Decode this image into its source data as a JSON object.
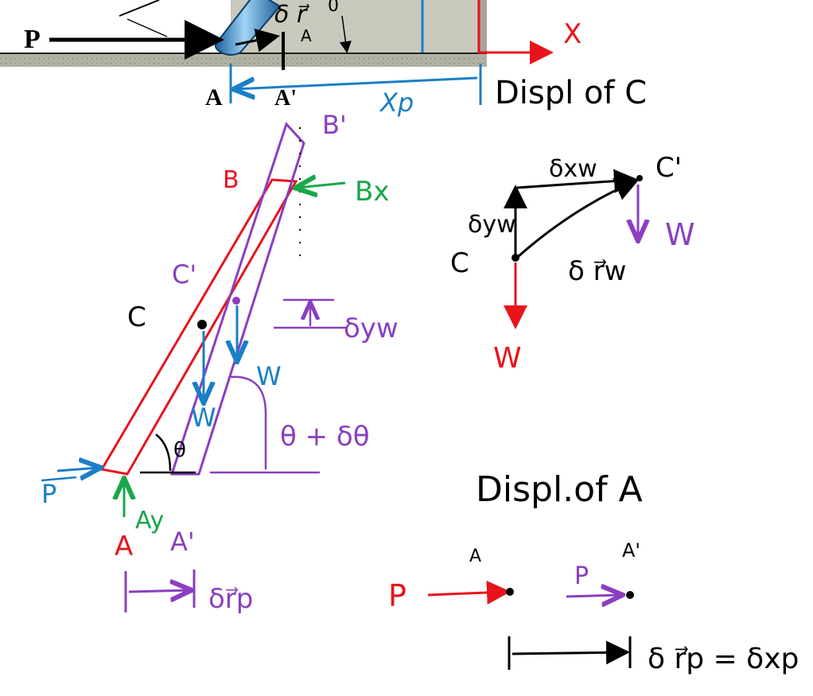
{
  "colors": {
    "red": "#e8141c",
    "blue": "#1a7fc6",
    "green": "#1aa64a",
    "purple": "#8a3fc0",
    "black": "#000000",
    "ground": "#a8a89a",
    "ground_dark": "#6e6e66",
    "bg": "#ffffff"
  },
  "top_figure": {
    "force_label": "P",
    "delta_r_label": "δ r⃗",
    "delta_r_sub": "A",
    "delta_r_zero": "0",
    "point_a": "A",
    "point_a_prime": "A'",
    "x_label": "X",
    "x_p_label": "Xp",
    "displ_c_title": "Displ of C"
  },
  "main_figure": {
    "b_label": "B",
    "b_prime_label": "B'",
    "bx_label": "Bx",
    "c_label": "C",
    "c_prime_label": "C'",
    "w_left_label": "W",
    "w_right_label": "W",
    "delta_yw_label": "δyw",
    "theta_label": "θ",
    "theta_plus_label": "θ + δθ",
    "p_label": "P",
    "ay_label": "Ay",
    "a_label": "A",
    "a_prime_label": "A'",
    "delta_rp_label": "δr⃗p"
  },
  "displ_c_diagram": {
    "delta_xw_label": "δxw",
    "c_prime_label": "C'",
    "delta_yw_label": "δyw",
    "c_label": "C",
    "delta_rw_label": "δ r⃗w",
    "w_purple_label": "W",
    "w_red_label": "W"
  },
  "displ_a_diagram": {
    "title": "Displ.of A",
    "a_label": "A",
    "a_prime_label": "A'",
    "p_red_label": "P",
    "p_purple_label": "P",
    "equation_label": "δ r⃗p = δxp"
  }
}
